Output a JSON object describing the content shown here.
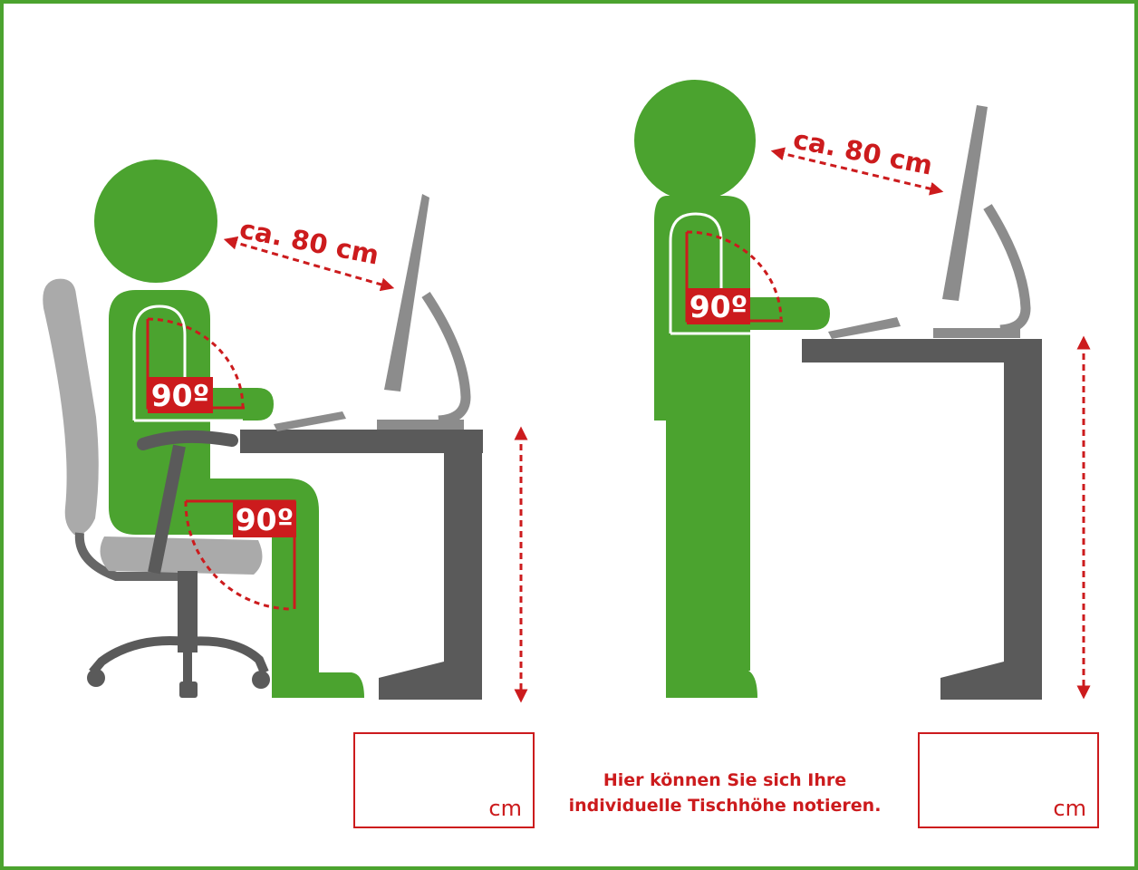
{
  "colors": {
    "figure": "#4ba32f",
    "furniture": "#5a5a5a",
    "chair": "#aaaaaa",
    "monitor": "#8c8c8c",
    "accent": "#cc1b1d",
    "frame": "#4ba32f"
  },
  "seated": {
    "distance_label": "ca. 80 cm",
    "elbow_angle_label": "90º",
    "knee_angle_label": "90º",
    "table_height_unit": "cm"
  },
  "standing": {
    "distance_label": "ca. 80 cm",
    "elbow_angle_label": "90º",
    "table_height_unit": "cm"
  },
  "note": {
    "line1": "Hier können Sie sich Ihre",
    "line2": "individuelle Tischhöhe notieren."
  }
}
